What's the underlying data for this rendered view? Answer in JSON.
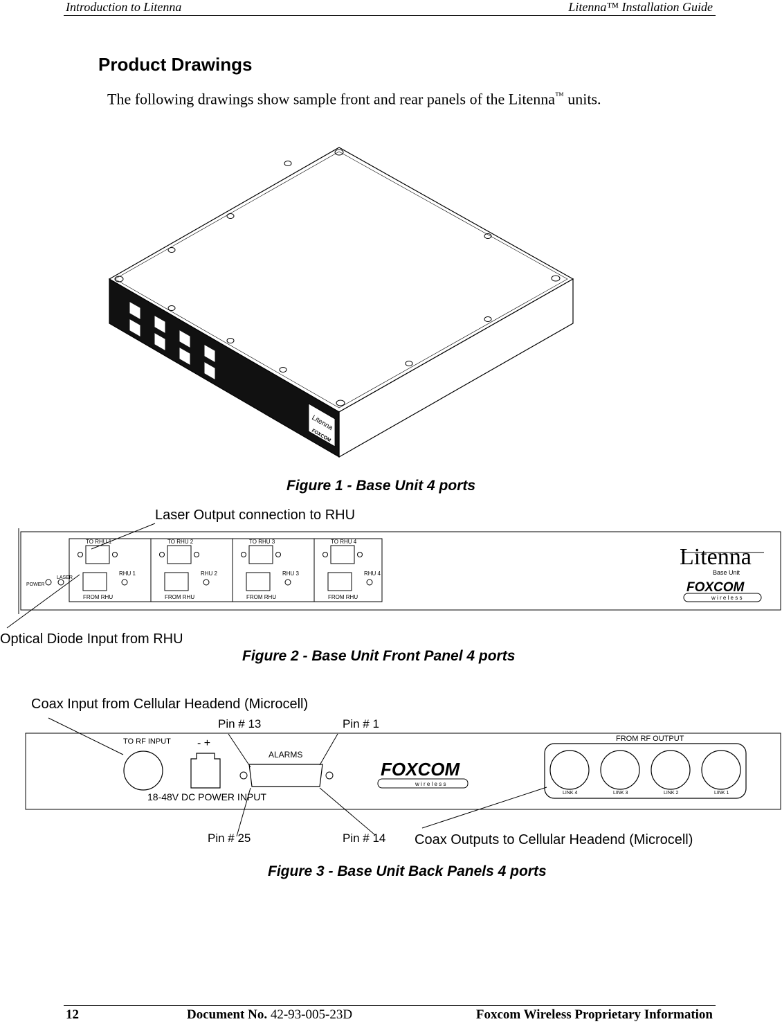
{
  "header": {
    "left": "Introduction to Litenna",
    "right": "Litenna™ Installation Guide"
  },
  "section": {
    "title": "Product Drawings",
    "intro_before": "The following drawings show sample front and rear panels of the Litenna",
    "intro_tm": "™",
    "intro_after": " units."
  },
  "figure1": {
    "caption": "Figure 1 - Base Unit  4 ports",
    "brand": "Litenna",
    "maker": "FOXCOM"
  },
  "figure2": {
    "caption": "Figure 2 - Base Unit Front Panel 4 ports",
    "callout_laser": "Laser Output connection to RHU",
    "callout_diode": "Optical Diode Input from RHU",
    "power_label": "POWER",
    "laser_label": "LASER",
    "ports": [
      {
        "to": "TO RHU 1",
        "rhu": "RHU 1",
        "from": "FROM RHU"
      },
      {
        "to": "TO RHU 2",
        "rhu": "RHU 2",
        "from": "FROM RHU"
      },
      {
        "to": "TO RHU 3",
        "rhu": "RHU 3",
        "from": "FROM RHU"
      },
      {
        "to": "TO RHU 4",
        "rhu": "RHU 4",
        "from": "FROM RHU"
      }
    ],
    "brand": "Litenna",
    "brand_sub": "Base Unit",
    "maker": "FOXCOM",
    "maker_sub": "w i r e l e s s"
  },
  "figure3": {
    "caption": "Figure 3 - Base Unit Back Panels 4 ports",
    "callout_coax_in": "Coax Input from Cellular Headend (Microcell)",
    "callout_coax_out": "Coax Outputs to Cellular Headend (Microcell)",
    "pin13": "Pin # 13",
    "pin1": "Pin # 1",
    "pin25": "Pin # 25",
    "pin14": "Pin # 14",
    "rf_input": "TO RF INPUT",
    "polarity": "-  +",
    "dc_input": "18-48V DC POWER INPUT",
    "alarms": "ALARMS",
    "maker": "FOXCOM",
    "maker_sub": "w i r e l e s s",
    "rf_output": "FROM RF OUTPUT",
    "links": [
      "LINK 4",
      "LINK 3",
      "LINK 2",
      "LINK 1"
    ]
  },
  "footer": {
    "page": "12",
    "doc_label": "Document No.",
    "doc_no": " 42-93-005-23D",
    "proprietary": "Foxcom Wireless Proprietary Information"
  }
}
